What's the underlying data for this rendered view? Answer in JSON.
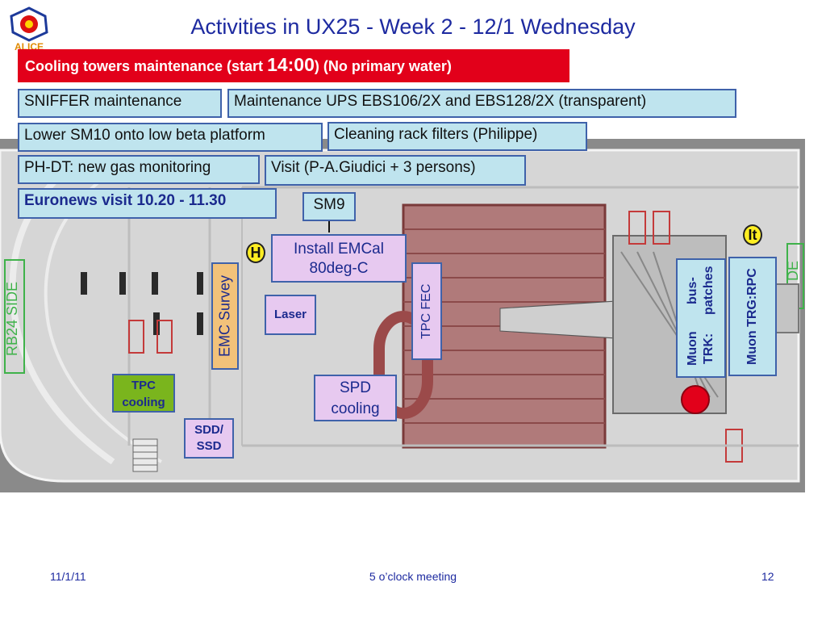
{
  "header": {
    "logo_text": "ALICE",
    "title": "Activities in UX25 - Week 2 - 12/1 Wednesday"
  },
  "banner": {
    "part1": "Cooling towers maintenance (start ",
    "time": "14:00",
    "part2": ") (No primary water)"
  },
  "activities": {
    "sniffer": "SNIFFER maintenance",
    "ups": "Maintenance UPS EBS106/2X and EBS128/2X (transparent)",
    "lower_sm10": "Lower SM10 onto low beta platform",
    "cleaning": "Cleaning rack filters (Philippe)",
    "phdt": "PH-DT: new gas monitoring",
    "visit": "Visit (P-A.Giudici + 3 persons)",
    "euronews": "Euronews visit 10.20 - 11.30",
    "sm9": "SM9"
  },
  "plan_labels": {
    "install_emcal_1": "Install EMCal",
    "install_emcal_2": "80deg-C",
    "emc_survey": "EMC Survey",
    "laser": "Laser",
    "tpc_fec": "TPC FEC",
    "tpc_cooling_1": "TPC",
    "tpc_cooling_2": "cooling",
    "spd_cooling_1": "SPD",
    "spd_cooling_2": "cooling",
    "sdd_ssd_1": "SDD/",
    "sdd_ssd_2": "SSD",
    "muon_trk_1": "Muon TRK:",
    "muon_trk_2": "bus-patches",
    "muon_trg_1": "Muon TRG:",
    "muon_trg_2": "RPC",
    "marker_h": "H",
    "marker_it": "It",
    "side_left": "RB24 SIDE",
    "side_right": "DE"
  },
  "colors": {
    "banner": "#e2001a",
    "activity_box": "#bfe4ee",
    "label_box": "#e7c9f0",
    "emc_survey": "#f2c27a",
    "tpc_cooling": "#7ab51d",
    "status_dot": "#e2001a"
  },
  "footer": {
    "date": "11/1/11",
    "meeting": "5 o’clock meeting",
    "page": "12"
  }
}
